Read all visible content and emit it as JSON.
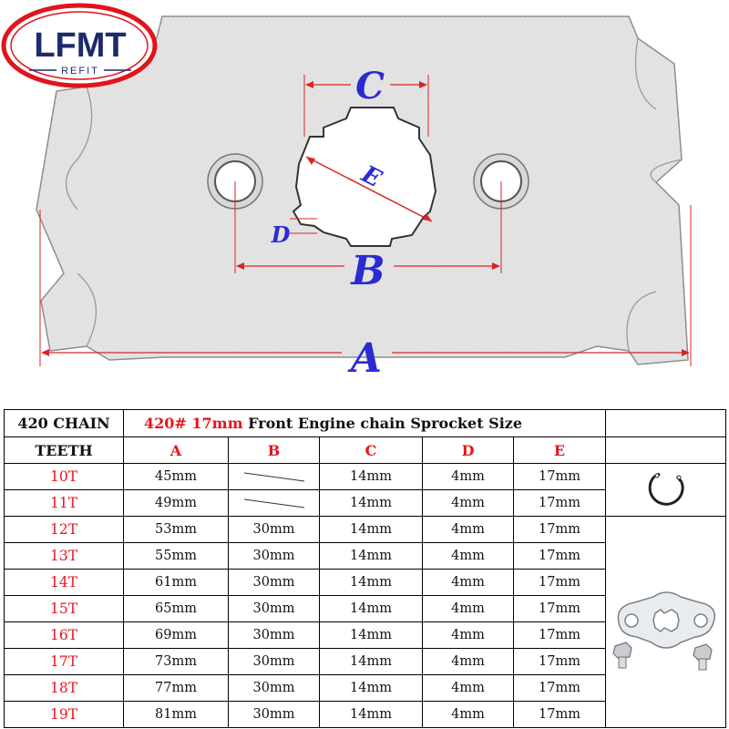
{
  "logo": {
    "text": "LFMT",
    "subtext": "REFIT"
  },
  "diagram": {
    "labels": {
      "A": "A",
      "B": "B",
      "C": "C",
      "D": "D",
      "E": "E"
    },
    "colors": {
      "label": "#2b2bd4",
      "dimension_line": "#d92525",
      "logo_red": "#e0141c"
    }
  },
  "table": {
    "header": {
      "chain_label": "420 CHAIN",
      "title_red": "420# 17mm",
      "title_rest": " Front Engine chain Sprocket Size"
    },
    "columns": [
      "TEETH",
      "A",
      "B",
      "C",
      "D",
      "E"
    ],
    "rows": [
      {
        "teeth": "10T",
        "a": "45mm",
        "b": "",
        "c": "14mm",
        "d": "4mm",
        "e": "17mm"
      },
      {
        "teeth": "11T",
        "a": "49mm",
        "b": "",
        "c": "14mm",
        "d": "4mm",
        "e": "17mm"
      },
      {
        "teeth": "12T",
        "a": "53mm",
        "b": "30mm",
        "c": "14mm",
        "d": "4mm",
        "e": "17mm"
      },
      {
        "teeth": "13T",
        "a": "55mm",
        "b": "30mm",
        "c": "14mm",
        "d": "4mm",
        "e": "17mm"
      },
      {
        "teeth": "14T",
        "a": "61mm",
        "b": "30mm",
        "c": "14mm",
        "d": "4mm",
        "e": "17mm"
      },
      {
        "teeth": "15T",
        "a": "65mm",
        "b": "30mm",
        "c": "14mm",
        "d": "4mm",
        "e": "17mm"
      },
      {
        "teeth": "16T",
        "a": "69mm",
        "b": "30mm",
        "c": "14mm",
        "d": "4mm",
        "e": "17mm"
      },
      {
        "teeth": "17T",
        "a": "73mm",
        "b": "30mm",
        "c": "14mm",
        "d": "4mm",
        "e": "17mm"
      },
      {
        "teeth": "18T",
        "a": "77mm",
        "b": "30mm",
        "c": "14mm",
        "d": "4mm",
        "e": "17mm"
      },
      {
        "teeth": "19T",
        "a": "81mm",
        "b": "30mm",
        "c": "14mm",
        "d": "4mm",
        "e": "17mm"
      }
    ]
  },
  "parts_icons": [
    "circlip-icon",
    "lock-plate-icon",
    "bolt-icon"
  ]
}
